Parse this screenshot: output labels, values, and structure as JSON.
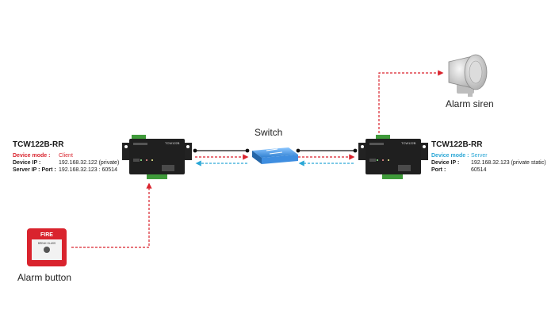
{
  "colors": {
    "red": "#d9232d",
    "blue": "#2aa7d6",
    "device": "#1f1f1f",
    "terminal": "#3f9a3a",
    "switch": "#3a8fd8"
  },
  "switch_label": "Switch",
  "device_face_label": "TCW122B",
  "client": {
    "title": "TCW122B-RR",
    "mode_key": "Device mode :",
    "mode_val": "Client",
    "ip_key": "Device IP :",
    "ip_val": "192.168.32.122 (private)",
    "server_key": "Server IP : Port :",
    "server_val": "192.168.32.123 : 60514"
  },
  "server": {
    "title": "TCW122B-RR",
    "mode_key": "Device mode :",
    "mode_val": "Server",
    "ip_key": "Device IP :",
    "ip_val": "192.168.32.123 (private static)",
    "port_key": "Port :",
    "port_val": "60514"
  },
  "alarm_siren_label": "Alarm siren",
  "alarm_button_label": "Alarm button",
  "button_box": {
    "top_text": "FIRE",
    "sub_text": "BREAK GLASS"
  },
  "icons": {
    "siren": "loudspeaker-horn-icon",
    "button": "fire-alarm-call-point-icon",
    "switch": "network-switch-icon",
    "device": "tcw122b-controller-icon"
  }
}
